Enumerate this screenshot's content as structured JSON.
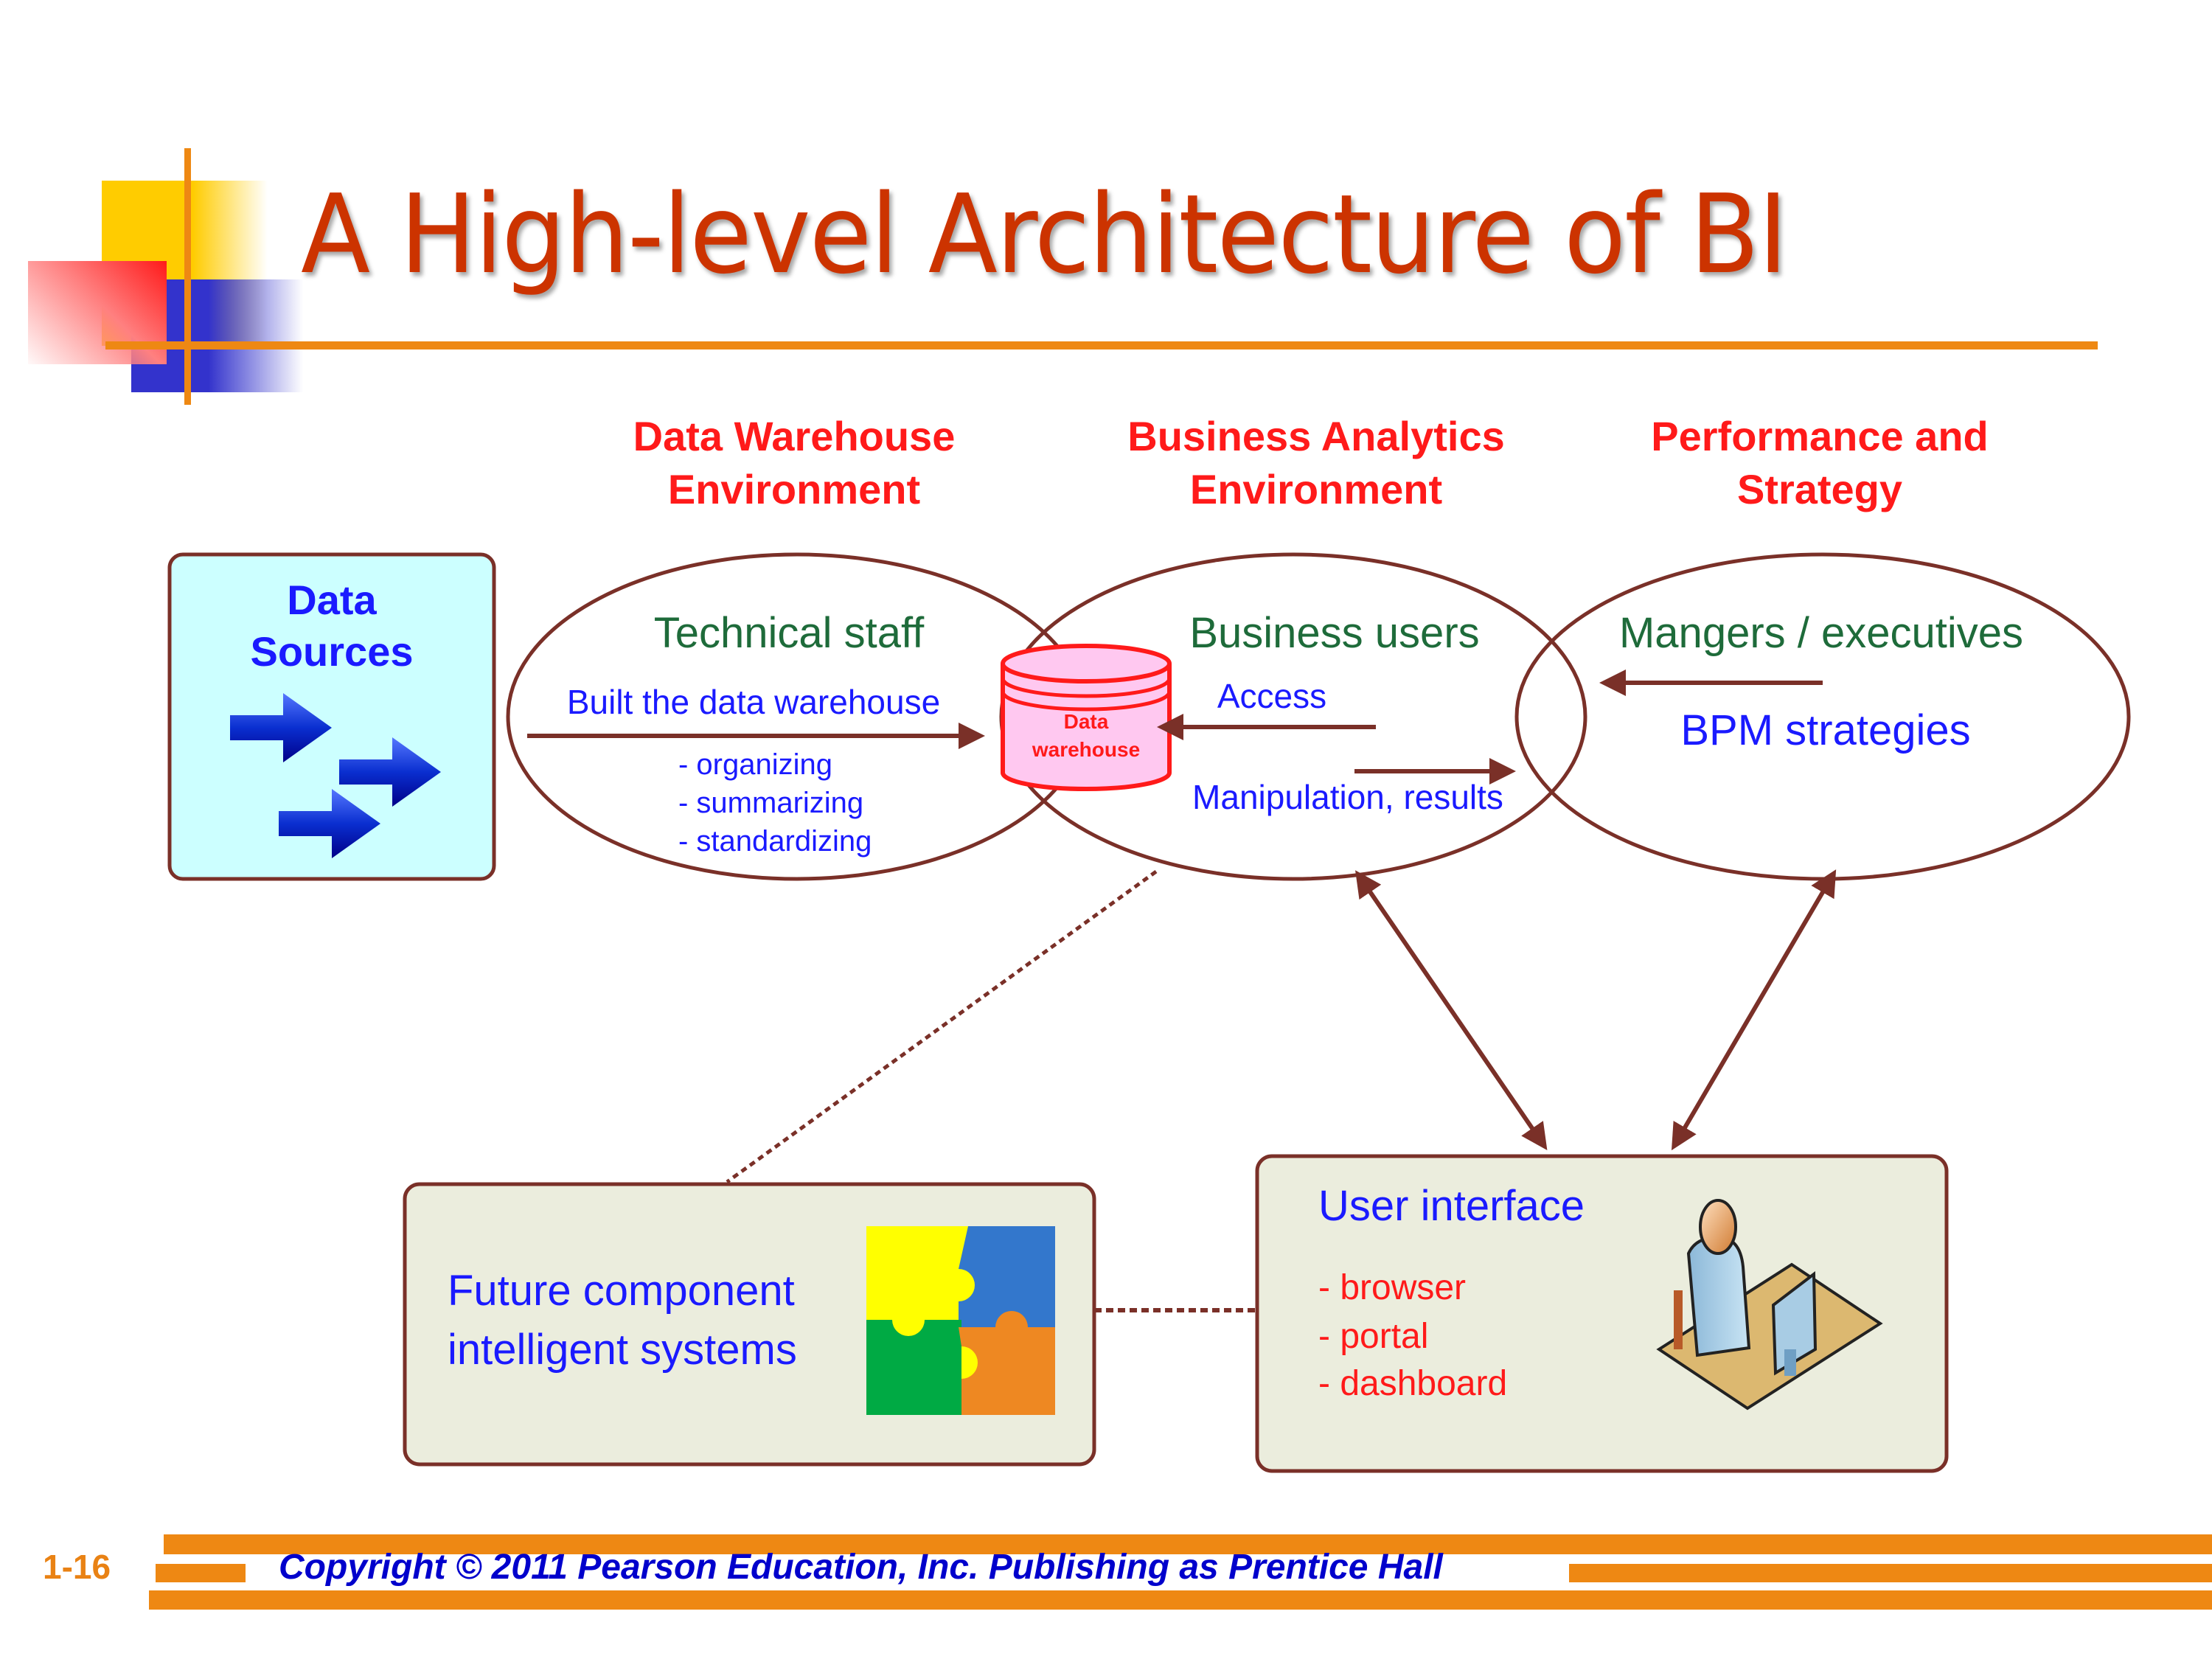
{
  "slide": {
    "title": "A High-level Architecture of BI",
    "page_number": "1-16",
    "copyright": "Copyright © 2011 Pearson Education, Inc. Publishing as Prentice Hall"
  },
  "colors": {
    "title": "#cc3300",
    "accent_orange": "#ee8813",
    "header_red": "#ff1a1a",
    "blue_text": "#1a1aff",
    "green_text": "#1e6b3a",
    "outline_brown": "#7a3028",
    "box_fill": "#ebeddd",
    "data_sources_fill": "#ccffff"
  },
  "headers": [
    {
      "line1": "Data Warehouse",
      "line2": "Environment"
    },
    {
      "line1": "Business Analytics",
      "line2": "Environment"
    },
    {
      "line1": "Performance and",
      "line2": "Strategy"
    }
  ],
  "data_sources": {
    "line1": "Data",
    "line2": "Sources",
    "icon": "arrow-right-icon"
  },
  "warehouse_env": {
    "role": "Technical staff",
    "action": "Built the data warehouse",
    "steps": [
      "- organizing",
      "- summarizing",
      "- standardizing"
    ]
  },
  "data_warehouse": {
    "line1": "Data",
    "line2": "warehouse",
    "icon": "database-cylinder-icon"
  },
  "analytics_env": {
    "role": "Business users",
    "access": "Access",
    "manipulation": "Manipulation, results"
  },
  "strategy_env": {
    "role": "Mangers / executives",
    "strategy": "BPM strategies"
  },
  "future_component": {
    "line1": "Future component",
    "line2": "intelligent systems",
    "icon": "puzzle-icon"
  },
  "user_interface": {
    "title": "User interface",
    "items": [
      "- browser",
      "- portal",
      "- dashboard"
    ],
    "icon": "user-at-computer-icon"
  }
}
